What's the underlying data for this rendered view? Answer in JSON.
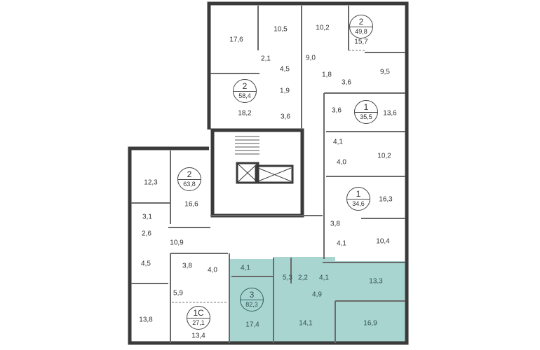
{
  "colors": {
    "highlight": "#a9d5d1",
    "wall": "#3a3a3a",
    "thin_wall": "#777777"
  },
  "apartments": [
    {
      "rooms": "2",
      "area": "49,8"
    },
    {
      "rooms": "2",
      "area": "58,4"
    },
    {
      "rooms": "1",
      "area": "35,5"
    },
    {
      "rooms": "2",
      "area": "63,8"
    },
    {
      "rooms": "1",
      "area": "34,6"
    },
    {
      "rooms": "3",
      "area": "82,3",
      "highlighted": true
    },
    {
      "rooms": "1С",
      "area": "27,1"
    }
  ],
  "rooms": [
    "17,6",
    "10,5",
    "10,2",
    "15,7",
    "2,1",
    "4,5",
    "9,0",
    "1,8",
    "3,6",
    "9,5",
    "1,9",
    "18,2",
    "3,6",
    "3,6",
    "13,6",
    "4,1",
    "4,0",
    "10,2",
    "12,3",
    "16,6",
    "3,1",
    "2,6",
    "16,3",
    "3,8",
    "10,4",
    "10,9",
    "4,1",
    "4,5",
    "3,8",
    "4,0",
    "4,1",
    "5,3",
    "2,2",
    "4,1",
    "13,3",
    "4,9",
    "5,9",
    "13,8",
    "17,4",
    "14,1",
    "16,9",
    "13,4"
  ]
}
